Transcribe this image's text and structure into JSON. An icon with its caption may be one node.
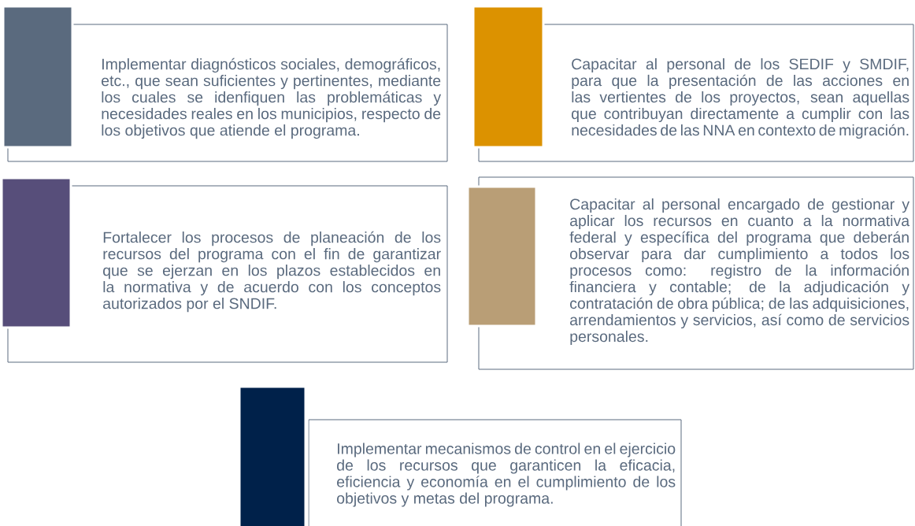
{
  "diagram": {
    "nodes": [
      {
        "text": [],
        "shape": "bar"
      },
      {
        "text": [
          "Implementar diagnósticos sociales, demográficos, etc., que sean suficientes y pertinentes, mediante los cuales se idenfiquen las problemáticas y necesidades reales en los municipios, respecto de los objetivos que atiende el programa."
        ]
      },
      {
        "text": [],
        "shape": "bar"
      },
      {
        "text": [
          "Capacitar al personal de los SEDIF y SMDIF, para que la presentación de las acciones en las vertientes de los proyectos, sean aquellas que contribuyan directamente a cumplir con las necesidades de las NNA en contexto de migración."
        ]
      },
      {
        "text": [],
        "shape": "bar"
      },
      {
        "text": [
          "Fortalecer los procesos de planeación de los recursos del programa con el fin de garantizar que se ejerzan en los plazos establecidos en la normativa y de acuerdo con los conceptos autorizados por el SNDIF."
        ]
      },
      {
        "text": [],
        "shape": "bar"
      },
      {
        "text": [
          "Capacitar al personal encargado de gestionar y aplicar los recursos en cuanto a la normativa federal y específica del programa que deberán observar para dar cumplimiento a todos los procesos como: registro de la información financiera y contable; de la adjudicación y contratación de obra pública; de las adquisiciones, arrendamientos y servicios, así como de servicios personales."
        ]
      },
      {
        "text": [],
        "shape": "bar"
      },
      {
        "text": [
          "Implementar mecanismos de control en el ejercicio de los recursos que garanticen la eficacia, eficiencia y economía en el cumplimiento de los objetivos y metas del programa."
        ]
      }
    ]
  }
}
